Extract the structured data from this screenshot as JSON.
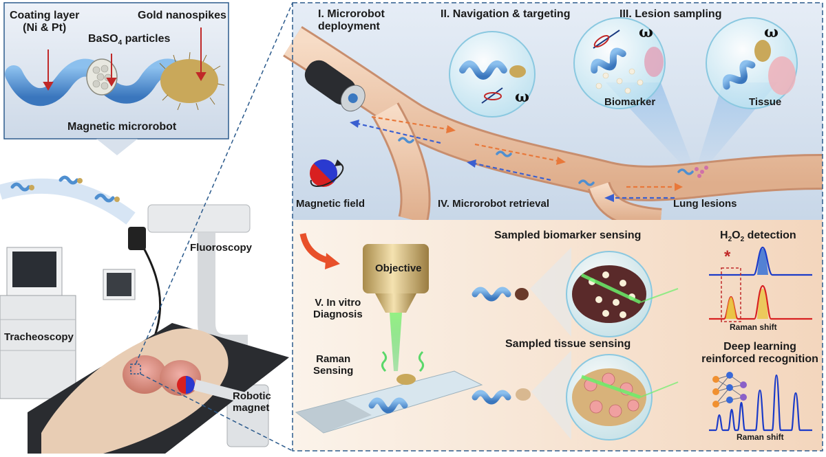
{
  "inset": {
    "coating_label_line1": "Coating layer",
    "coating_label_line2": "(Ni & Pt)",
    "gold_label": "Gold  nanospikes",
    "baso4_prefix": "BaSO",
    "baso4_sub": "4",
    "baso4_suffix": " particles",
    "title": "Magnetic microrobot"
  },
  "clinical": {
    "fluoroscopy": "Fluoroscopy",
    "tracheoscopy": "Tracheoscopy",
    "robotic_magnet_line1": "Robotic",
    "robotic_magnet_line2": "magnet"
  },
  "steps": {
    "deployment_line1": "I. Microrobot",
    "deployment_line2": "deployment",
    "navigation": "II. Navigation & targeting",
    "sampling": "III. Lesion sampling",
    "retrieval": "IV. Microrobot retrieval",
    "magnetic_field": "Magnetic field",
    "lung_lesions": "Lung lesions",
    "biomarker": "Biomarker",
    "tissue": "Tissue",
    "omega": "ω"
  },
  "diagnosis": {
    "objective": "Objective",
    "invitro_line1": "V. In vitro",
    "invitro_line2": "Diagnosis",
    "raman_line1": "Raman",
    "raman_line2": "Sensing",
    "biomarker_sensing": "Sampled biomarker sensing",
    "tissue_sensing": "Sampled tissue sensing",
    "h2o2_prefix": "H",
    "h2o2_sub1": "2",
    "h2o2_mid": "O",
    "h2o2_sub2": "2",
    "h2o2_suffix": " detection",
    "deep_line1": "Deep learning",
    "deep_line2": "reinforced recognition",
    "raman_shift_1": "Raman shift",
    "raman_shift_2": "Raman shift",
    "asterisk": "*"
  },
  "colors": {
    "frame_dashed": "#2b5a8c",
    "helix_blue": "#4f8fd0",
    "gold": "#c9a85a",
    "airway": "#f0c8a8",
    "panel_top": "#dde7f2",
    "panel_bottom": "#f7e6d6",
    "arrow_orange": "#e8783a",
    "arrow_blue": "#3a5fd0",
    "laser_green": "#5ad86a",
    "spectrum_blue": "#1a3ac8",
    "spectrum_red": "#d82020"
  }
}
